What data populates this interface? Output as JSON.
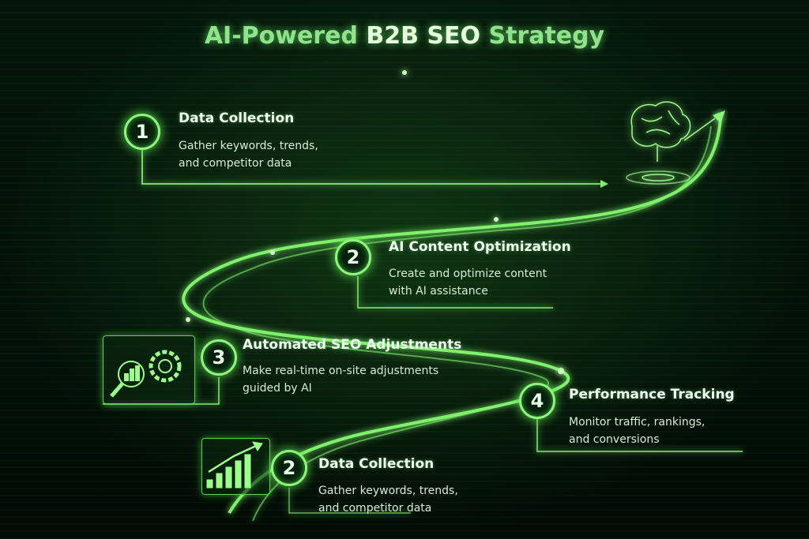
{
  "title": {
    "part1": "AI-Powered ",
    "part2": "B2B SEO",
    "part3": " Strategy"
  },
  "colors": {
    "accent": "#8ef57e",
    "glow": "#5fe04f",
    "background": "#031008"
  },
  "steps": [
    {
      "number": "1",
      "title": "Data Collection",
      "desc1": "Gather keywords, trends,",
      "desc2": "and competitor data"
    },
    {
      "number": "2",
      "title": "AI Content Optimization",
      "desc1": "Create and optimize content",
      "desc2": "with AI assistance"
    },
    {
      "number": "3",
      "title": "Automated SEO Adjustments",
      "desc1": "Make real-time on-site adjustments",
      "desc2": "guided by AI"
    },
    {
      "number": "4",
      "title": "Performance Tracking",
      "desc1": "Monitor traffic, rankings,",
      "desc2": "and conversions"
    },
    {
      "number": "2",
      "title": "Data Collection",
      "desc1": "Gather keywords, trends,",
      "desc2": "and competitor data"
    }
  ],
  "icons": {
    "brain": "brain-icon",
    "magnifier_gear": "magnifier-gear-icon",
    "growth_chart": "growth-chart-icon"
  }
}
